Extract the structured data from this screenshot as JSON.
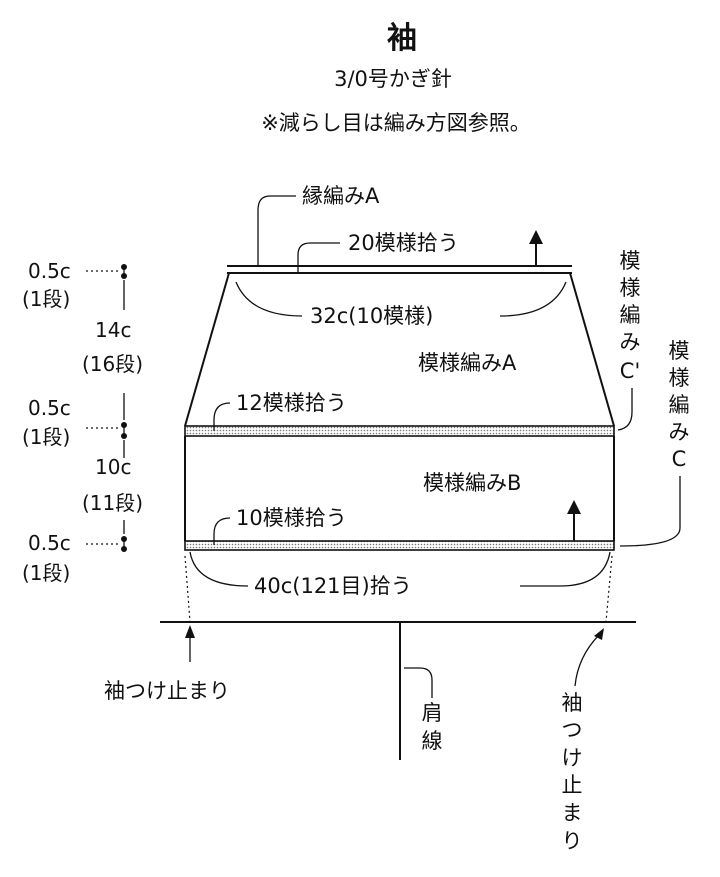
{
  "title": "袖",
  "subtitle": "3/0号かぎ針",
  "note": "※減らし目は編み方図参照。",
  "labels": {
    "edge_a": "縁編みA",
    "pickup_20": "20模様拾う",
    "width_32": "32c(10模様)",
    "pattern_a": "模様編みA",
    "pickup_12": "12模様拾う",
    "pattern_b": "模様編みB",
    "pickup_10": "10模様拾う",
    "width_40": "40c(121目)拾う",
    "pattern_c_prime": [
      "模",
      "様",
      "編",
      "み",
      "C'"
    ],
    "pattern_c": [
      "模",
      "様",
      "編",
      "み",
      "C"
    ],
    "sleeve_stop_left": "袖つけ止まり",
    "sleeve_stop_right": [
      "袖",
      "つ",
      "け",
      "止",
      "ま",
      "り"
    ],
    "shoulder_line": [
      "肩",
      "線"
    ]
  },
  "measurements": {
    "top_edge": {
      "size": "0.5c",
      "rows": "(1段)"
    },
    "upper_body": {
      "size": "14c",
      "rows": "(16段)"
    },
    "mid_edge": {
      "size": "0.5c",
      "rows": "(1段)"
    },
    "lower_body": {
      "size": "10c",
      "rows": "(11段)"
    },
    "bottom_edge": {
      "size": "0.5c",
      "rows": "(1段)"
    }
  }
}
